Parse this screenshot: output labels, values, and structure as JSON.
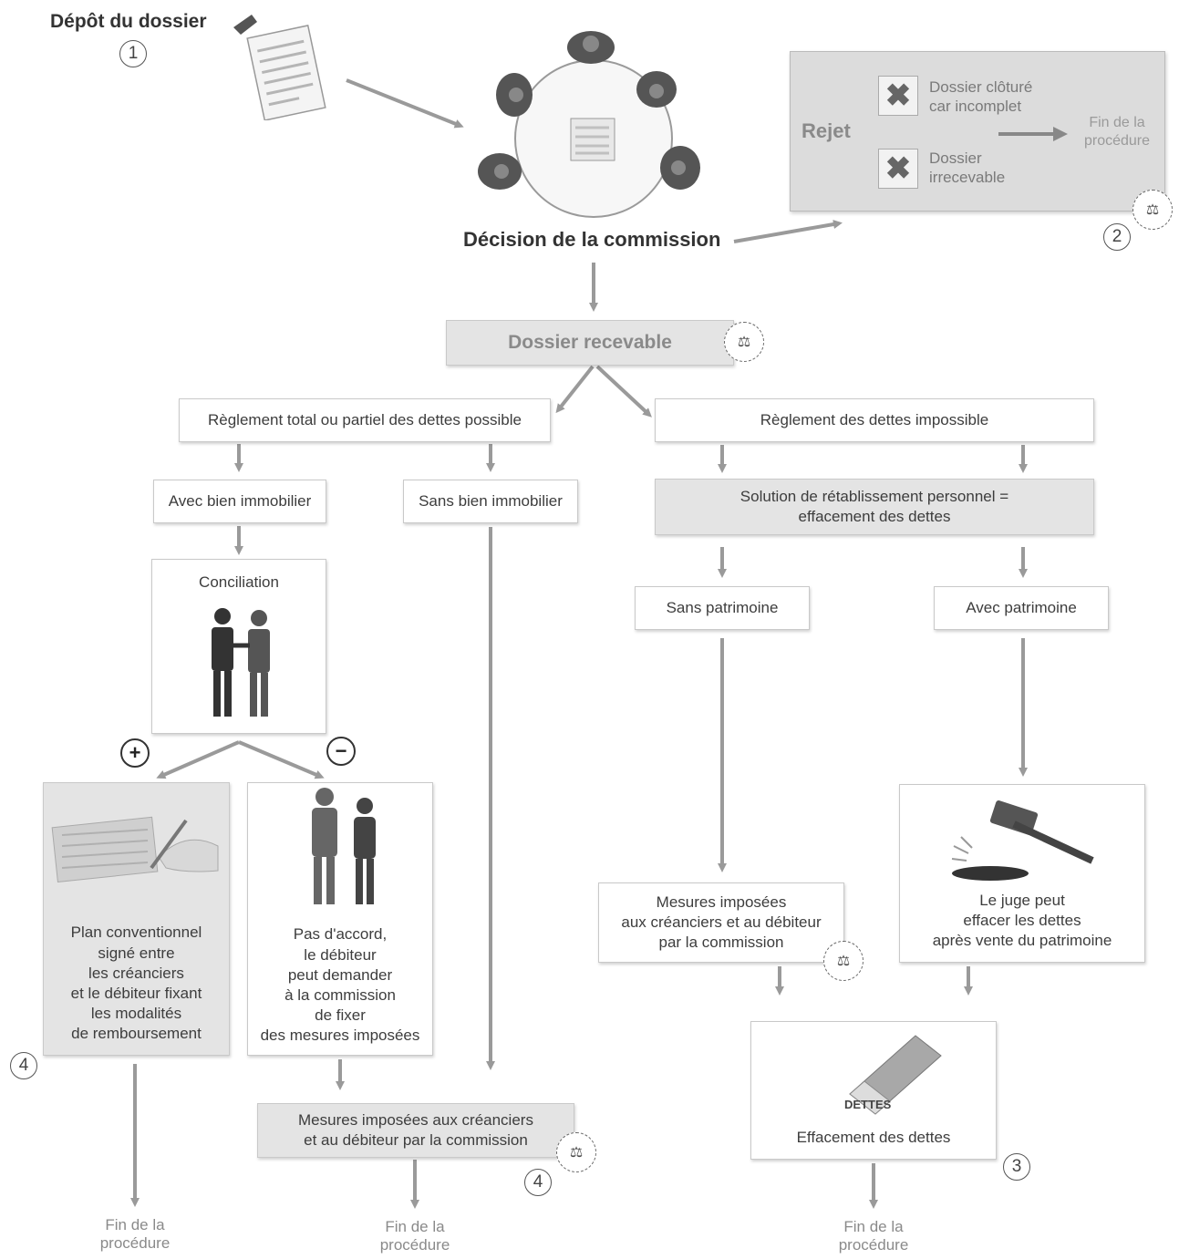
{
  "steps": {
    "depot": "Dépôt du dossier",
    "decision": "Décision de la commission",
    "recevable": "Dossier recevable"
  },
  "rejet": {
    "title": "Rejet",
    "item1": "Dossier clôturé\ncar incomplet",
    "item2": "Dossier\nirrecevable",
    "end": "Fin de la\nprocédure"
  },
  "left": {
    "header": "Règlement total ou partiel des dettes possible",
    "avec_bien": "Avec bien immobilier",
    "sans_bien": "Sans bien immobilier",
    "conciliation": "Conciliation",
    "plus": "+",
    "minus": "−",
    "plan": "Plan conventionnel\nsigné entre\nles créanciers\net le débiteur fixant\nles modalités\nde remboursement",
    "pas_accord": "Pas d'accord,\nle débiteur\npeut demander\nà la commission\nde fixer\ndes mesures imposées",
    "mesures": "Mesures imposées aux créanciers\net au débiteur par la commission"
  },
  "right": {
    "header": "Règlement des dettes impossible",
    "solution": "Solution de rétablissement personnel =\neffacement des dettes",
    "sans_patrimoine": "Sans patrimoine",
    "avec_patrimoine": "Avec patrimoine",
    "mesures": "Mesures imposées\naux créanciers et au débiteur\npar la commission",
    "juge": "Le juge peut\neffacer les dettes\naprès vente du patrimoine",
    "effacement": "Effacement des dettes",
    "eraser_word": "DETTES"
  },
  "ends": {
    "e1": "Fin de la\nprocédure",
    "e2": "Fin de la\nprocédure",
    "e3": "Fin de la\nprocédure"
  },
  "markers": {
    "n1": "1",
    "n2": "2",
    "n3": "3",
    "n4a": "4",
    "n4b": "4"
  },
  "colors": {
    "arrow": "#9a9a9a",
    "box_fill": "#ffffff",
    "grey_fill": "#e4e4e4",
    "reject_fill": "#dcdcdc"
  }
}
